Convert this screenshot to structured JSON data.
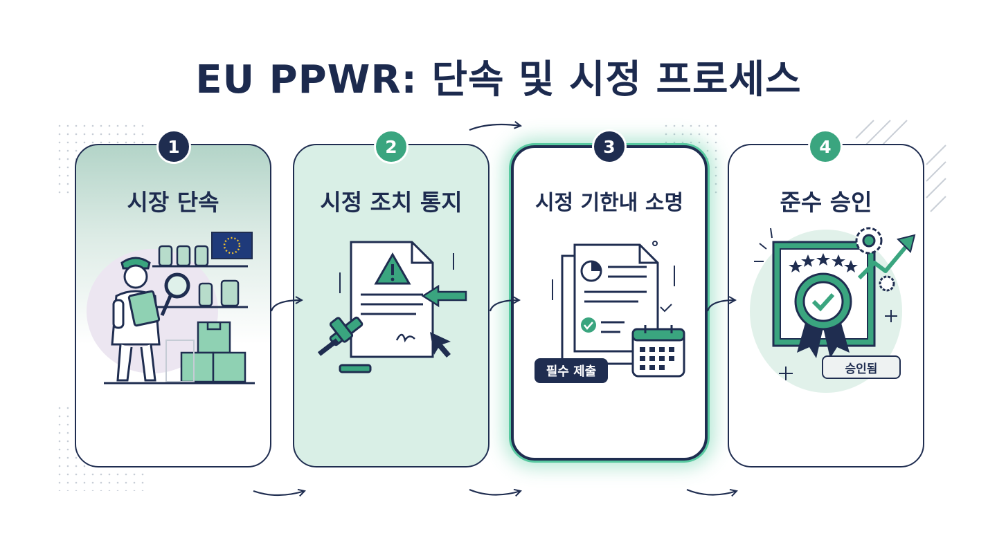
{
  "title": "EU PPWR: 단속 및 시정 프로세스",
  "steps": [
    {
      "number": "1",
      "label": "시장 단속",
      "badge_color": "#1f2d50"
    },
    {
      "number": "2",
      "label": "시정 조치 통지",
      "badge_color": "#3aa57f"
    },
    {
      "number": "3",
      "label": "시정 기한내 소명",
      "badge_color": "#1f2d50",
      "tag": "필수 제출"
    },
    {
      "number": "4",
      "label": "준수 승인",
      "badge_color": "#3aa57f",
      "tag": "승인됨"
    }
  ],
  "icons": [
    "inspector-icon",
    "magnifier-icon",
    "eu-flag-icon",
    "boxes-icon",
    "warning-document-icon",
    "gavel-icon",
    "cursor-icon",
    "report-document-icon",
    "calendar-icon",
    "certificate-icon",
    "rosette-check-icon",
    "gear-icon",
    "trend-arrow-icon"
  ],
  "colors": {
    "navy": "#1f2d50",
    "green": "#3aa57f",
    "mint": "#d9efe6",
    "glow": "#58c9a0"
  }
}
